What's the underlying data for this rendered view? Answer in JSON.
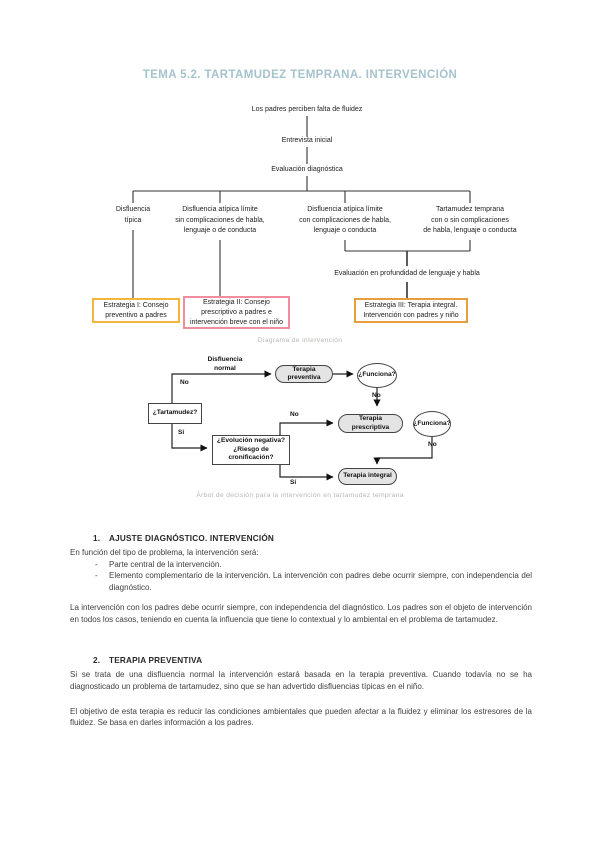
{
  "title": "TEMA 5.2. TARTAMUDEZ TEMPRANA. INTERVENCIÓN",
  "colors": {
    "title_accent": "#a5c3cd",
    "strategy1_border": "#f3b63a",
    "strategy2_border": "#f08e9e",
    "strategy3_border": "#e69e3e",
    "therapy_node_fill": "#e4e4e4",
    "caption_gray": "#b6bab4"
  },
  "flowchart": {
    "root": "Los padres perciben falta de fluidez",
    "step2": "Entrevista inicial",
    "step3": "Evaluación diagnóstica",
    "branch1": "Disfluencia\ntípica",
    "branch2": "Disfluencia atípica límite\nsin complicaciones de habla,\nlenguaje o de conducta",
    "branch3": "Disfluencia atípica límite\ncon complicaciones de habla,\nlenguaje o conducta",
    "branch4": "Tartamudez temprana\ncon o sin complicaciones\nde habla, lenguaje o conducta",
    "deep_eval": "Evaluación en profundidad de lenguaje y habla",
    "strategy1": "Estrategia I: Consejo\npreventivo a padres",
    "strategy2": "Estrategia II: Consejo\nprescriptivo a padres e\nintervención breve con el niño",
    "strategy3": "Estrategia III: Terapia integral.\nIntervención con padres y niño",
    "caption": "Diagrama de intervención"
  },
  "decision_tree": {
    "start": "¿Tartamudez?",
    "no": "No",
    "yes": "Sí",
    "normal_branch": "Disfluencia\nnormal",
    "preventive": "Terapia preventiva",
    "works": "¿Funciona?",
    "prescriptive": "Terapia prescriptiva",
    "evolution": "¿Evolución negativa?\n¿Riesgo de cronificación?",
    "integral": "Terapia integral",
    "caption": "Árbol de decisión para la intervención en tartamudez temprana"
  },
  "sections": [
    {
      "number": "1.",
      "heading": "AJUSTE DIAGNÓSTICO. INTERVENCIÓN",
      "intro": "En función del tipo de problema, la intervención será:",
      "bullet_dash": "-",
      "bullets": [
        "Parte central de la intervención.",
        "Elemento complementario de la intervención. La intervención con padres debe ocurrir siempre, con independencia del diagnóstico."
      ],
      "paragraph": "La intervención con los padres debe ocurrir siempre, con independencia del diagnóstico. Los padres son el objeto de intervención en todos los casos, teniendo en cuenta la influencia que tiene lo contextual y lo ambiental en el problema de tartamudez."
    },
    {
      "number": "2.",
      "heading": "TERAPIA PREVENTIVA",
      "paragraph1": "Si se trata de una disfluencia normal la intervención estará basada en la terapia preventiva. Cuando todavía no se ha diagnosticado un problema de tartamudez, sino que se han advertido disfluencias típicas en el niño.",
      "paragraph2": "El objetivo de esta terapia es reducir las condiciones ambientales que pueden afectar a la fluidez y eliminar los estresores de la fluidez. Se basa en darles información a los padres."
    }
  ]
}
